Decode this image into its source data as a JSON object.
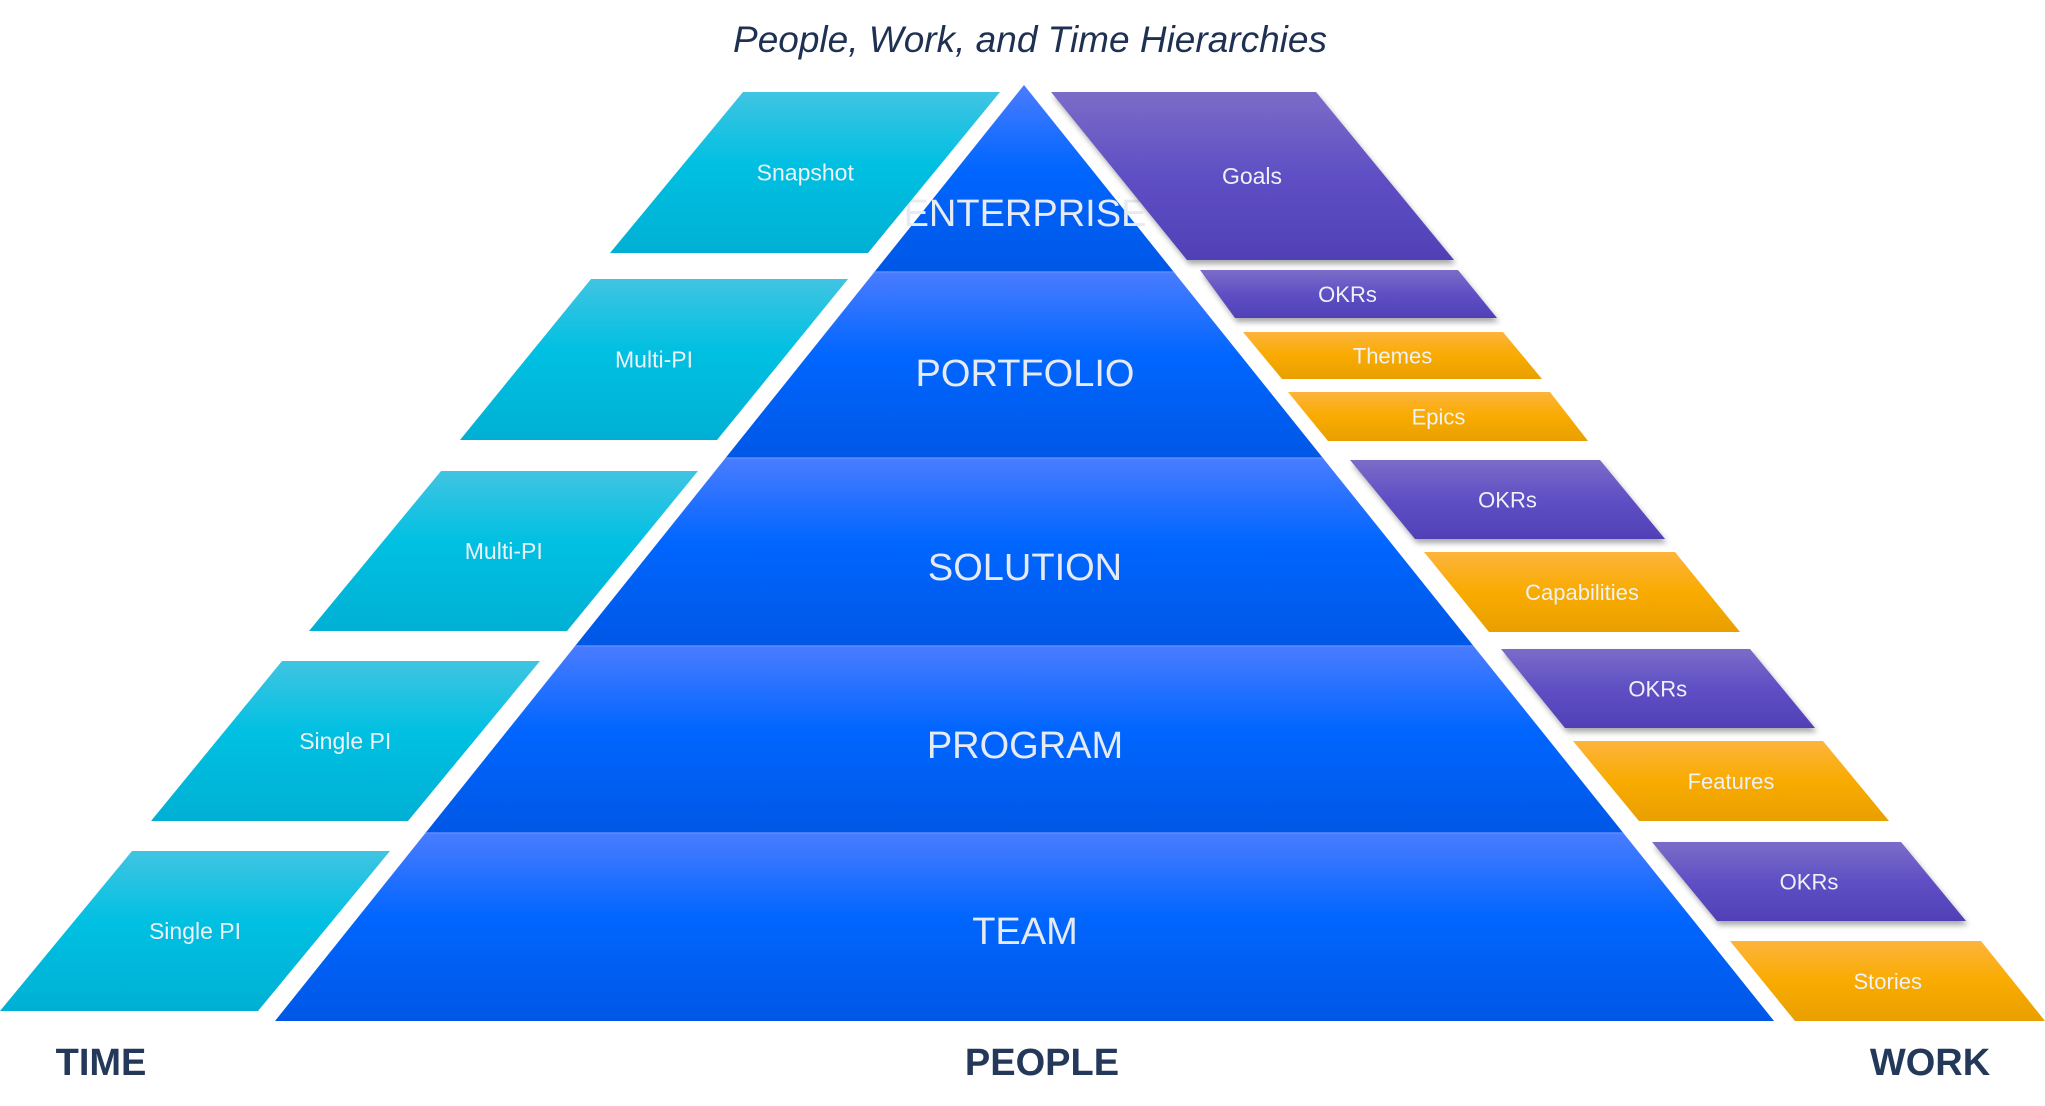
{
  "title": "People, Work, and Time Hierarchies",
  "axes": {
    "time": "TIME",
    "people": "PEOPLE",
    "work": "WORK"
  },
  "colors": {
    "time_shape": "#13c0e0",
    "pyramid": "#0a66ff",
    "okr_shape": "#5b4dc2",
    "work_item_shape": "#f7ab0a",
    "text_dark": "#243859",
    "text_light": "#eef1f6"
  },
  "people_levels": [
    {
      "label": "ENTERPRISE"
    },
    {
      "label": "PORTFOLIO"
    },
    {
      "label": "SOLUTION"
    },
    {
      "label": "PROGRAM"
    },
    {
      "label": "TEAM"
    }
  ],
  "time_items": [
    {
      "label": "Snapshot",
      "level": "ENTERPRISE"
    },
    {
      "label": "Multi-PI",
      "level": "PORTFOLIO"
    },
    {
      "label": "Multi-PI",
      "level": "SOLUTION"
    },
    {
      "label": "Single PI",
      "level": "PROGRAM"
    },
    {
      "label": "Single PI",
      "level": "TEAM"
    }
  ],
  "work_items": [
    {
      "label": "Goals",
      "kind": "okr",
      "level": "ENTERPRISE"
    },
    {
      "label": "OKRs",
      "kind": "okr",
      "level": "PORTFOLIO"
    },
    {
      "label": "Themes",
      "kind": "work",
      "level": "PORTFOLIO"
    },
    {
      "label": "Epics",
      "kind": "work",
      "level": "PORTFOLIO"
    },
    {
      "label": "OKRs",
      "kind": "okr",
      "level": "SOLUTION"
    },
    {
      "label": "Capabilities",
      "kind": "work",
      "level": "SOLUTION"
    },
    {
      "label": "OKRs",
      "kind": "okr",
      "level": "PROGRAM"
    },
    {
      "label": "Features",
      "kind": "work",
      "level": "PROGRAM"
    },
    {
      "label": "OKRs",
      "kind": "okr",
      "level": "TEAM"
    },
    {
      "label": "Stories",
      "kind": "work",
      "level": "TEAM"
    }
  ]
}
